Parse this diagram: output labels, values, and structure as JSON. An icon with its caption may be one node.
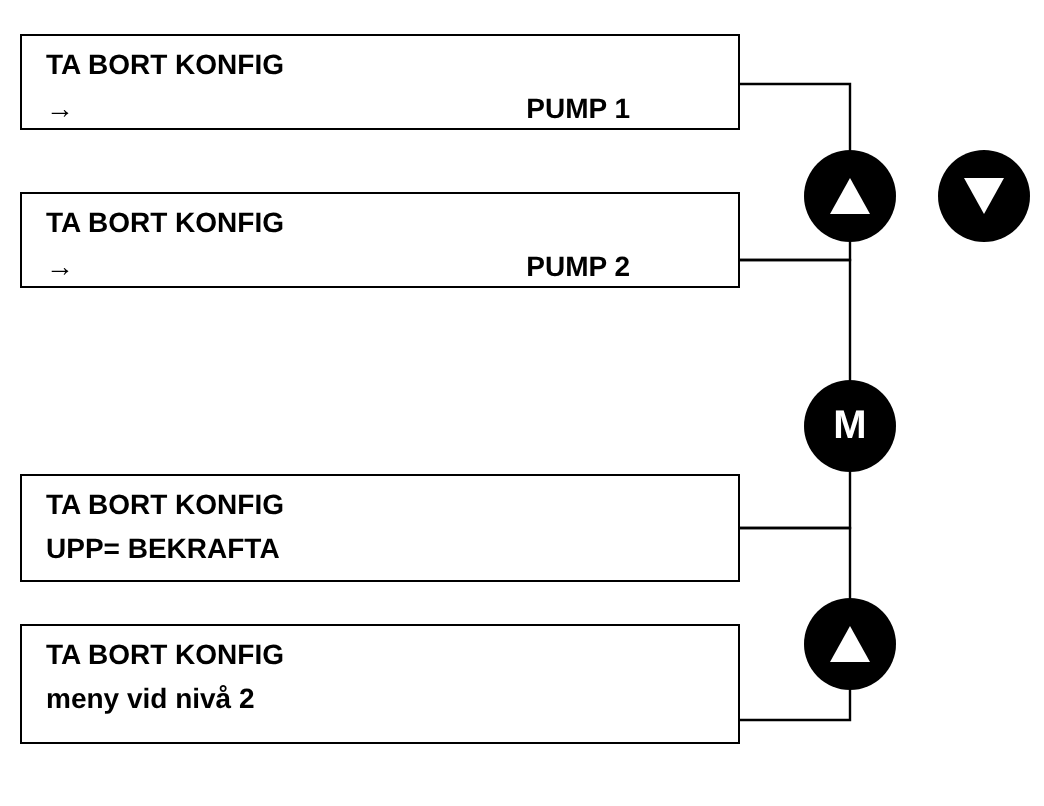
{
  "diagram": {
    "nodes": [
      {
        "text": [
          "TA BORT KONFIG",
          "→",
          "PUMP 1"
        ]
      },
      {
        "text": [],
        "shape": "circle"
      },
      {
        "text": [],
        "shape": "circle"
      },
      {
        "text": [
          "TA BORT KONFIG",
          "→",
          "PUMP 2"
        ]
      },
      {
        "text": [
          "M"
        ]
      },
      {
        "text": [
          "TA BORT KONFIG",
          "UPP= BEKRAFTA"
        ]
      },
      {
        "text": [],
        "shape": "circle"
      },
      {
        "text": [
          "TA BORT KONFIG",
          "meny vid nivå 2"
        ]
      }
    ],
    "edges": [
      {
        "from": 0,
        "to": 1,
        "arrow": "none"
      },
      {
        "from": 1,
        "to": 3,
        "arrow": "none"
      },
      {
        "from": 3,
        "to": 4,
        "arrow": "none"
      },
      {
        "from": 4,
        "to": 5,
        "arrow": "none"
      },
      {
        "from": 5,
        "to": 6,
        "arrow": "none"
      },
      {
        "from": 6,
        "to": 7,
        "arrow": "none"
      }
    ]
  }
}
